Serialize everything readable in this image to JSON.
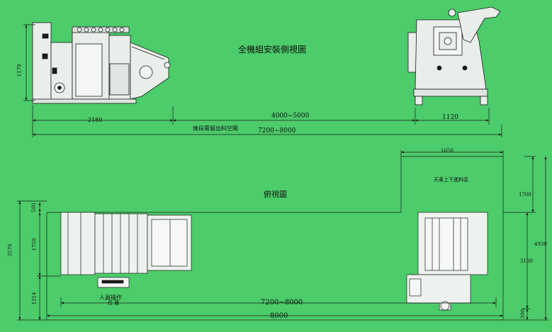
{
  "colors": {
    "background": "#4ccc6a",
    "line": "#1b1b1b",
    "machine": "#e9eeea"
  },
  "top_view": {
    "title": "全機組安裝側視圖",
    "height_dim": "1179",
    "dim_left_width": "2180",
    "dim_gap": "4000~5000",
    "dim_right_width": "1120",
    "note_space": "後段需留出料空間",
    "dim_total": "7200~8000"
  },
  "bottom_view": {
    "title": "俯視圖",
    "dim_crane_width": "1650",
    "note_crane": "天車上下進料區",
    "dim_crane_height": "1700",
    "dim_height_total": "4930",
    "dim_machine_depth": "3130",
    "dim_total_depth": "3570",
    "dim_left_small": "500",
    "dim_left_mid": "1750",
    "dim_left_bottom": "1214",
    "operator_label": "人員操作",
    "operator_sub": "位  置",
    "dim_machine_length": "7200~8000",
    "dim_total_length": "8000",
    "dim_bottom_right": "300"
  }
}
